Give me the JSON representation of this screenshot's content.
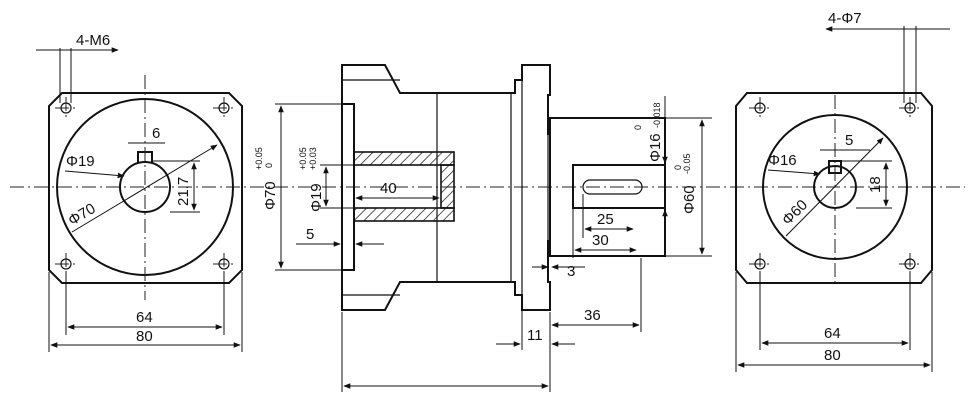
{
  "left_view": {
    "thread_callout": "4-M6",
    "key_width": "6",
    "shaft_dia": "Φ19",
    "pitch_circle": "Φ70",
    "key_height": "21.7",
    "bolt_spacing": "64",
    "flange_width": "80"
  },
  "section_view": {
    "spigot_dia": "Φ70",
    "spigot_tol_upper": "+0.05",
    "spigot_tol_lower": "0",
    "bore_dia": "Φ19",
    "bore_tol_upper": "+0.05",
    "bore_tol_lower": "+0.03",
    "bore_depth": "40",
    "spigot_depth": "5"
  },
  "output_view": {
    "shaft_dia": "Φ16",
    "shaft_tol_upper": "0",
    "shaft_tol_lower": "-0.018",
    "pilot_dia": "Φ60",
    "pilot_tol_upper": "0",
    "pilot_tol_lower": "-0.05",
    "key_length": "25",
    "shaft_length": "30",
    "pilot_height": "3",
    "output_length": "36",
    "flange_thickness": "11"
  },
  "right_view": {
    "hole_callout": "4-Φ7",
    "key_width": "5",
    "shaft_dia": "Φ16",
    "key_height": "18",
    "pilot_dia": "Φ60",
    "bolt_spacing": "64",
    "flange_width": "80"
  }
}
